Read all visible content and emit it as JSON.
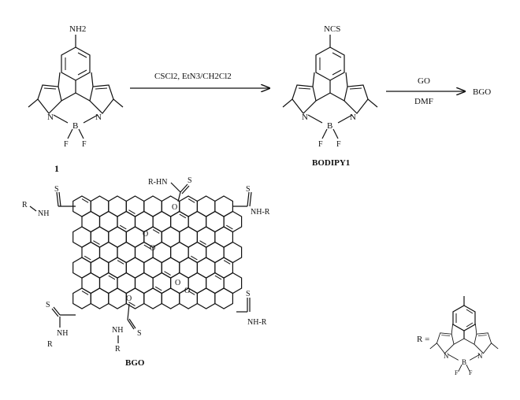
{
  "reaction": {
    "step1_reagents": "CSCl2, EtN3/CH2Cl2",
    "step2_reagent_top": "GO",
    "step2_reagent_bottom": "DMF",
    "product_short": "BGO"
  },
  "compounds": {
    "start_label": "1",
    "start_group": "NH2",
    "intermediate_label": "BODIPY1",
    "intermediate_group": "NCS",
    "bgo_label": "BGO",
    "r_definition": "R ="
  },
  "atoms": {
    "n": "N",
    "b": "B",
    "f": "F",
    "s": "S",
    "o": "O",
    "r": "R",
    "nh": "NH",
    "rhn": "R-HN",
    "nhr": "NH-R"
  }
}
